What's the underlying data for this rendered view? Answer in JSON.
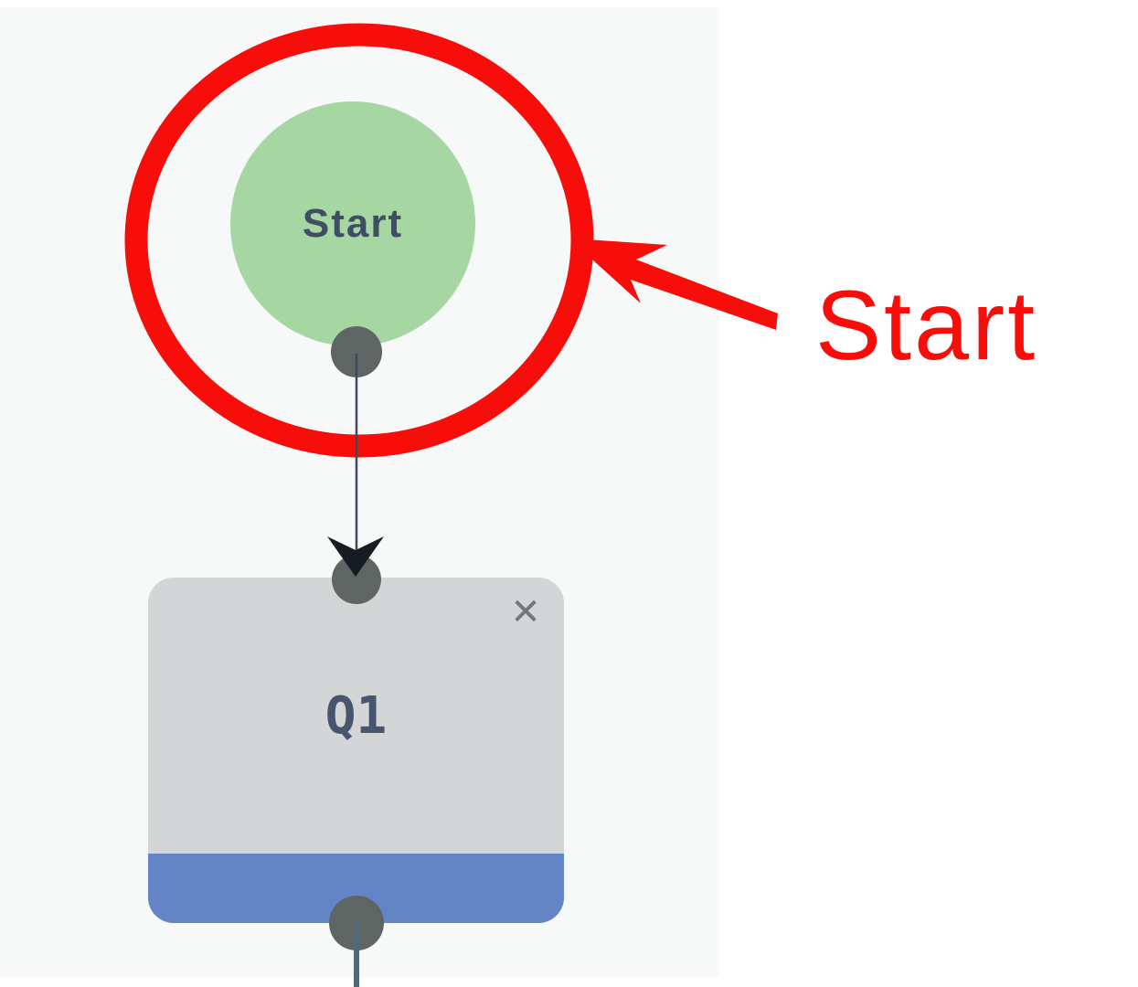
{
  "canvas": {
    "background": "#f7f8f8",
    "page_background": "#ffffff"
  },
  "flow": {
    "nodes": [
      {
        "id": "start",
        "label": "Start",
        "shape": "circle",
        "fill": "#a6d7a3",
        "label_color": "#3f4e61"
      },
      {
        "id": "q1",
        "label": "Q1",
        "shape": "rounded-rect",
        "fill": "#d3d5d7",
        "accent_color": "#6384c5",
        "label_color": "#47566e",
        "close_glyph": "✕"
      }
    ],
    "edges": [
      {
        "from": "start",
        "to": "q1"
      },
      {
        "from": "q1",
        "to": "offscreen-below"
      }
    ],
    "colors": {
      "port": "#5e6562",
      "edge": "#3e4a57",
      "edge_thick": "#50697f",
      "arrowhead": "#171c22"
    }
  },
  "annotation": {
    "label": "Start",
    "color": "#f70d0a"
  }
}
